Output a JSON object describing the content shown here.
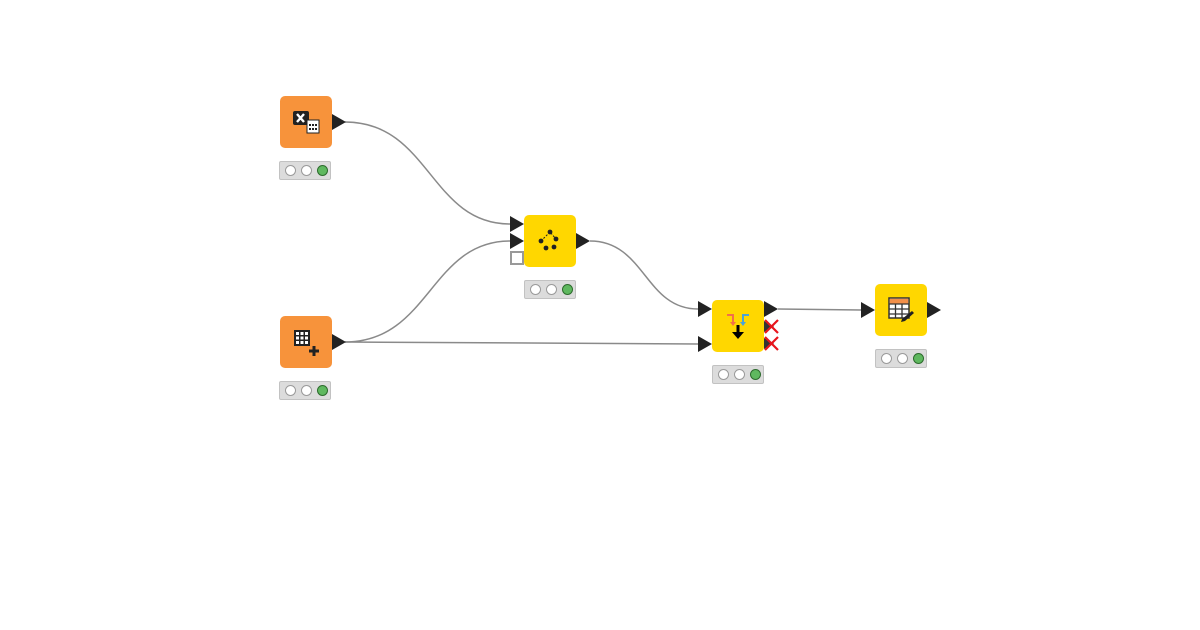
{
  "colors": {
    "source_node": "#f7933b",
    "manipulator_node": "#ffd700",
    "connection": "#8a8a8a",
    "port": "#222222",
    "status_ok": "#5fb85f",
    "inactive_port_cross": "#e8141c"
  },
  "workflow": {
    "nodes": [
      {
        "id": "excel-reader",
        "type": "source",
        "icon": "excel-table-icon",
        "status": [
          "off",
          "off",
          "green"
        ]
      },
      {
        "id": "table-creator",
        "type": "source",
        "icon": "table-add-icon",
        "status": [
          "off",
          "off",
          "green"
        ]
      },
      {
        "id": "scatter-node",
        "type": "manipulator",
        "icon": "scatter-dots-icon",
        "status": [
          "off",
          "off",
          "green"
        ],
        "has_variable_port": true
      },
      {
        "id": "joiner",
        "type": "manipulator",
        "icon": "merge-arrows-icon",
        "status": [
          "off",
          "off",
          "green"
        ],
        "inactive_outputs": 2
      },
      {
        "id": "table-editor",
        "type": "manipulator",
        "icon": "table-edit-icon",
        "status": [
          "off",
          "off",
          "green"
        ]
      }
    ],
    "connections": [
      {
        "from": "excel-reader",
        "to": "scatter-node",
        "to_port": 1
      },
      {
        "from": "table-creator",
        "to": "scatter-node",
        "to_port": 2
      },
      {
        "from": "table-creator",
        "to": "joiner",
        "to_port": 2
      },
      {
        "from": "scatter-node",
        "to": "joiner",
        "to_port": 1
      },
      {
        "from": "joiner",
        "to": "table-editor",
        "to_port": 1
      }
    ]
  }
}
